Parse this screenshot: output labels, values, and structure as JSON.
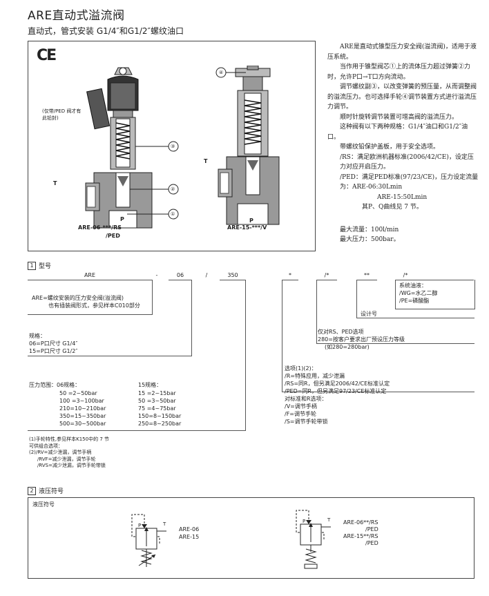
{
  "header": {
    "title": "ARE直动式溢流阀",
    "subtitle": "直动式，管式安装 G1/4″和G1/2″螺纹油口"
  },
  "figure": {
    "ce_mark": "CE",
    "left_note": "(仅带/PED 阀才有此铅封)",
    "left_label_line1": "ARE-06-***/RS",
    "left_label_line2": "/PED",
    "right_label": "ARE-15-***/V",
    "port_T": "T",
    "port_P": "P",
    "callouts": [
      "③",
      "②",
      "①",
      "④"
    ]
  },
  "description": [
    "ARE是直动式锥型压力安全阀(溢流阀)，适用于液压系统。",
    "当作用于锥型阀芯①上的流体压力超过弹簧②力时，允许P口→T口方向流动。",
    "调节螺纹副③，以改变弹簧的预压量，从而调整阀的溢流压力。也可选择手轮④调节装置方式进行溢流压力调节。",
    "顺时针旋转调节装置可增高阀的溢流压力。",
    "这种阀有以下两种规格：G1/4″油口和G1/2″油口。",
    "带螺纹铅保护盖板，用于安全选项。",
    "/RS：满足欧洲机器标准(2006/42/CE)，设定压力对应开启压力。",
    "/PED：满足PED标准(97/23/CE)，压力设定流量为：ARE-06:30Lmin",
    "ARE-15:50Lmin",
    "其P、Q曲线见 7 节。",
    "最大流量：100l/min",
    "最大压力：500bar。"
  ],
  "section1": {
    "num": "1",
    "title": "型号",
    "codes": [
      "ARE",
      "-",
      "06",
      "/",
      "350",
      "*",
      "/*",
      "**",
      "/*"
    ],
    "are_def_1": "ARE=螺纹安装的压力安全阀(溢流阀)",
    "are_def_2": "也有插装阀形式，参见样本C010部分",
    "size_title": "规格：",
    "size_06": "06=P口尺寸 G1/4″",
    "size_15": "15=P口尺寸 G1/2″",
    "press_title": "压力范围：06规格：",
    "press_06": [
      "50 =2~50bar",
      "100 =3~100bar",
      "210=10~210bar",
      "350=15~350bar",
      "500=30~500bar"
    ],
    "press_15_title": "15规格：",
    "press_15": [
      "15 =2~15bar",
      "50 =3~50bar",
      "75 =4~75bar",
      "150=8~150bar",
      "250=8~250bar"
    ],
    "notes": [
      "(1)手轮特性,参见样本K150中的 7 节",
      "可供组合选项：",
      "(2)/RV=减少泄漏，调节手柄",
      "/RVF=减少泄漏，调节手轮",
      "/RVS=减少泄漏，调节手轮带锁"
    ],
    "seal_title": "系统油液：",
    "seal_wg": "/WG=水乙二醇",
    "seal_pe": "/PE=磷酸酯",
    "design": "设计号",
    "preset_1": "仅对RS、PED选项",
    "preset_2": "280=按客户要求出厂预设压力等级",
    "preset_3": "(如280=280bar)",
    "options": [
      "选项(1)(2)：",
      "/R=特殊应用，减少泄漏",
      "/RS=同R，但另满足2006/42/CE标准认定",
      "/PED=同R，但另满足97/23/CE标准认定",
      "对标准和R选项：",
      "/V=调节手柄",
      "/F=调节手轮",
      "/S=调节手轮带锁"
    ]
  },
  "section2": {
    "num": "2",
    "title": "液压符号",
    "box_label": "液压符号",
    "sym1_label_1": "ARE-06",
    "sym1_label_2": "ARE-15",
    "sym2_label_1": "ARE-06**/RS",
    "sym2_label_2": "/PED",
    "sym2_label_3": "ARE-15**/RS",
    "sym2_label_4": "/PED",
    "port_P": "P",
    "port_T": "T"
  }
}
